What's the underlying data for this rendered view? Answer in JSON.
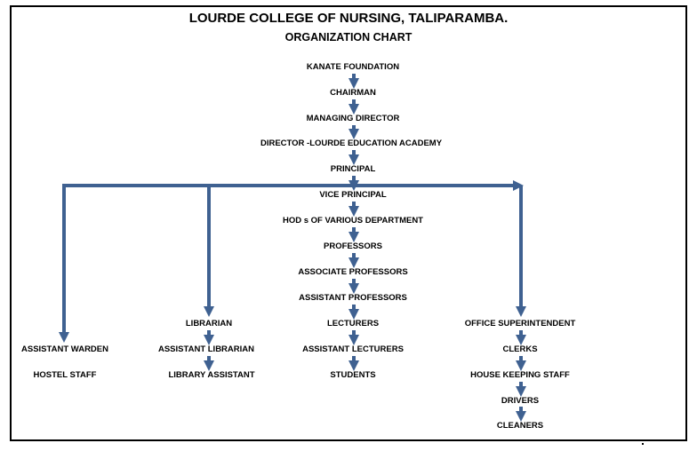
{
  "title": "LOURDE COLLEGE OF NURSING, TALIPARAMBA.",
  "subtitle": "ORGANIZATION CHART",
  "nodes": {
    "kanate_foundation": "KANATE FOUNDATION",
    "chairman": "CHAIRMAN",
    "managing_director": "MANAGING DIRECTOR",
    "director_academy": "DIRECTOR -LOURDE EDUCATION ACADEMY",
    "principal": "PRINCIPAL",
    "vice_principal": "VICE PRINCIPAL",
    "hods": "HOD s OF VARIOUS DEPARTMENT",
    "professors": "PROFESSORS",
    "associate_professors": "ASSOCIATE PROFESSORS",
    "assistant_professors": "ASSISTANT PROFESSORS",
    "lecturers": "LECTURERS",
    "assistant_lecturers": "ASSISTANT LECTURERS",
    "students": "STUDENTS",
    "assistant_warden": "ASSISTANT WARDEN",
    "hostel_staff": "HOSTEL STAFF",
    "librarian": "LIBRARIAN",
    "assistant_librarian": "ASSISTANT LIBRARIAN",
    "library_assistant": "LIBRARY ASSISTANT",
    "office_superintendent": "OFFICE SUPERINTENDENT",
    "clerks": "CLERKS",
    "house_keeping_staff": "HOUSE KEEPING STAFF",
    "drivers": "DRIVERS",
    "cleaners": "CLEANERS"
  },
  "colors": {
    "arrow": "#3f6191",
    "text": "#000000"
  }
}
